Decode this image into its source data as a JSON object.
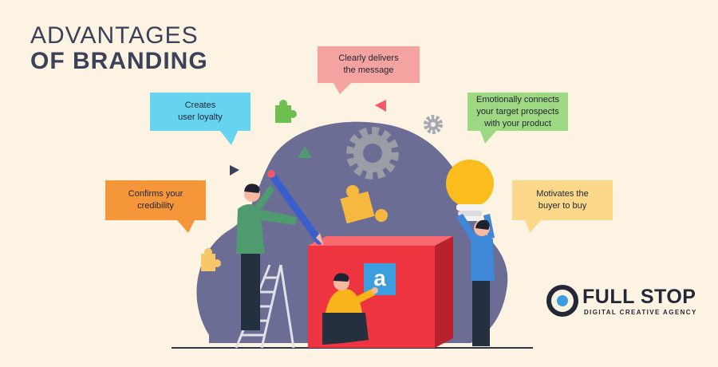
{
  "header": {
    "title_line1": "ADVANTAGES",
    "title_line2": "OF BRANDING"
  },
  "bubbles": {
    "message": "Clearly delivers\nthe message",
    "loyalty": "Creates\nuser loyalty",
    "emotion": "Emotionally connects\nyour target prospects\nwith your product",
    "credibility": "Confirms your\ncredibility",
    "motivate": "Motivates the\nbuyer to buy"
  },
  "box": {
    "letter": "a"
  },
  "brand": {
    "name": "FULL STOP",
    "tagline": "DIGITAL CREATIVE AGENCY"
  },
  "colors": {
    "background": "#fdf3e3",
    "title": "#3a4158",
    "blob": "#6b6d94",
    "message_bubble": "#f4a3a0",
    "loyalty_bubble": "#66d4ee",
    "emotion_bubble": "#9fd883",
    "credibility_bubble": "#f6963a",
    "motivate_bubble": "#fcd98a",
    "box_front": "#ee3440",
    "box_top": "#f86a70",
    "box_side": "#b8222d",
    "label_square": "#3c9ddf",
    "gear": "#9a9ca6",
    "puzzle_yellow": "#f6b83f",
    "puzzle_green": "#6dbf4f",
    "bulb": "#fbbd1d",
    "shirt_green": "#4f9a6e",
    "shirt_yellow": "#f8b41a",
    "shirt_blue": "#3f88d8"
  }
}
